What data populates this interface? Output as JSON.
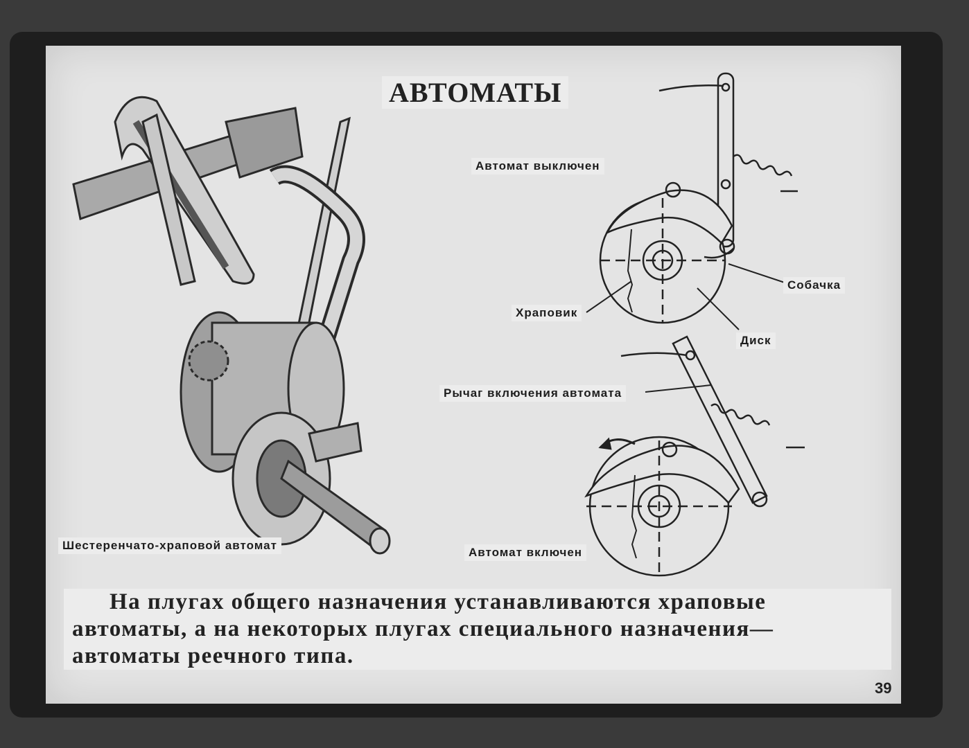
{
  "title": "АВТОМАТЫ",
  "labels": {
    "assembly": "Шестеренчато-храповой автомат",
    "off": "Автомат выключен",
    "on": "Автомат включен",
    "pawl": "Собачка",
    "ratchet": "Храповик",
    "disk": "Диск",
    "lever": "Рычаг включения автомата"
  },
  "caption": {
    "line1": "На плугах общего назначения устанавливаются храповые",
    "line2": "автоматы, а на некоторых плугах специального назначения—",
    "line3": "автоматы реечного типа."
  },
  "page_number": "39"
}
